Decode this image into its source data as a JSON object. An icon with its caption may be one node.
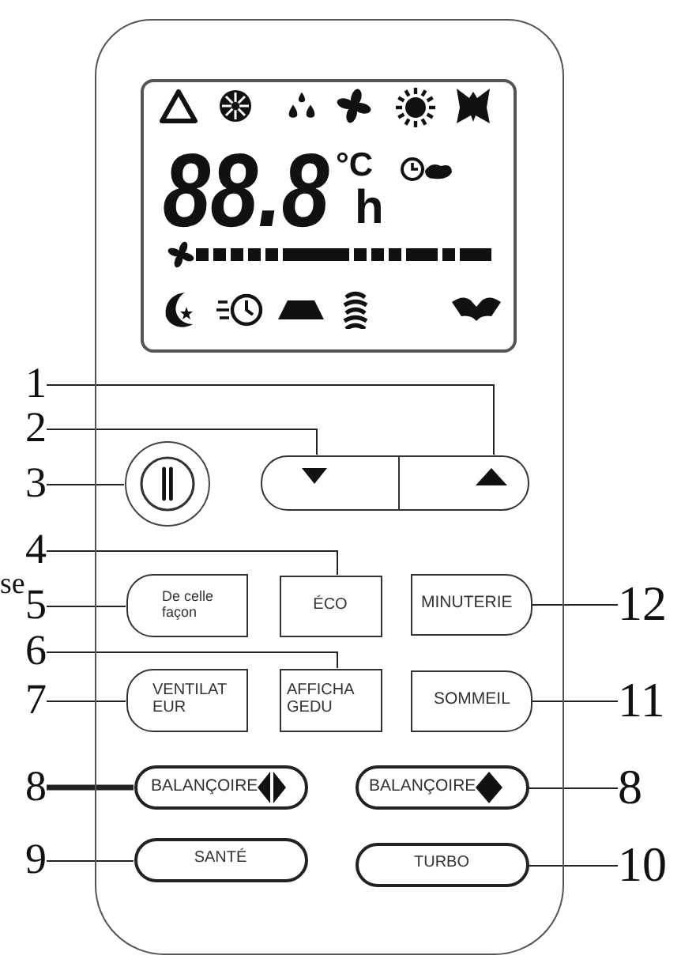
{
  "diagram": {
    "nodes": [
      {
        "text": [],
        "shape": "box"
      },
      {
        "text": [
          "88.8",
          "°C",
          "h"
        ],
        "in": 0
      },
      {
        "text": [
          "1"
        ]
      },
      {
        "text": [
          "2"
        ]
      },
      {
        "text": [],
        "shape": "box",
        "in": 0
      },
      {
        "text": [],
        "shape": "box",
        "in": 0
      },
      {
        "text": [
          "3"
        ]
      },
      {
        "text": [],
        "shape": "circle",
        "in": 0
      },
      {
        "text": [
          "4"
        ]
      },
      {
        "text": [
          "5"
        ]
      },
      {
        "text": [
          "De celle façon"
        ],
        "in": 0
      },
      {
        "text": [
          "ÉCO"
        ],
        "in": 0
      },
      {
        "text": [
          "MINUTERIE"
        ],
        "in": 0
      },
      {
        "text": [
          "12"
        ]
      },
      {
        "text": [
          "6"
        ]
      },
      {
        "text": [
          "7"
        ]
      },
      {
        "text": [
          "VENTILAT EUR"
        ],
        "in": 0
      },
      {
        "text": [
          "AFFICHA GEDU"
        ],
        "in": 0
      },
      {
        "text": [
          "SOMMEIL"
        ],
        "in": 0
      },
      {
        "text": [
          "11"
        ]
      },
      {
        "text": [
          "8"
        ]
      },
      {
        "text": [
          "BALANÇOIRE"
        ],
        "in": 0
      },
      {
        "text": [
          "BALANÇOIRE"
        ],
        "in": 0
      },
      {
        "text": [
          "8"
        ]
      },
      {
        "text": [
          "9"
        ]
      },
      {
        "text": [
          "SANTÉ"
        ],
        "in": 0
      },
      {
        "text": [
          "TURBO"
        ],
        "in": 0
      },
      {
        "text": [
          "10"
        ]
      }
    ],
    "edges": [
      {
        "from": 2,
        "to": 5,
        "arrow": "none"
      },
      {
        "from": 3,
        "to": 4,
        "arrow": "none"
      },
      {
        "from": 6,
        "to": 7,
        "arrow": "none"
      },
      {
        "from": 8,
        "to": 11,
        "arrow": "none"
      },
      {
        "from": 9,
        "to": 10,
        "arrow": "none"
      },
      {
        "from": 13,
        "to": 12,
        "arrow": "none"
      },
      {
        "from": 14,
        "to": 17,
        "arrow": "none"
      },
      {
        "from": 15,
        "to": 16,
        "arrow": "none"
      },
      {
        "from": 19,
        "to": 18,
        "arrow": "none"
      },
      {
        "from": 20,
        "to": 21,
        "arrow": "none",
        "style": "thick"
      },
      {
        "from": 23,
        "to": 22,
        "arrow": "none"
      },
      {
        "from": 24,
        "to": 25,
        "arrow": "none"
      },
      {
        "from": 27,
        "to": 26,
        "arrow": "none"
      }
    ],
    "labels": [
      "se"
    ]
  }
}
